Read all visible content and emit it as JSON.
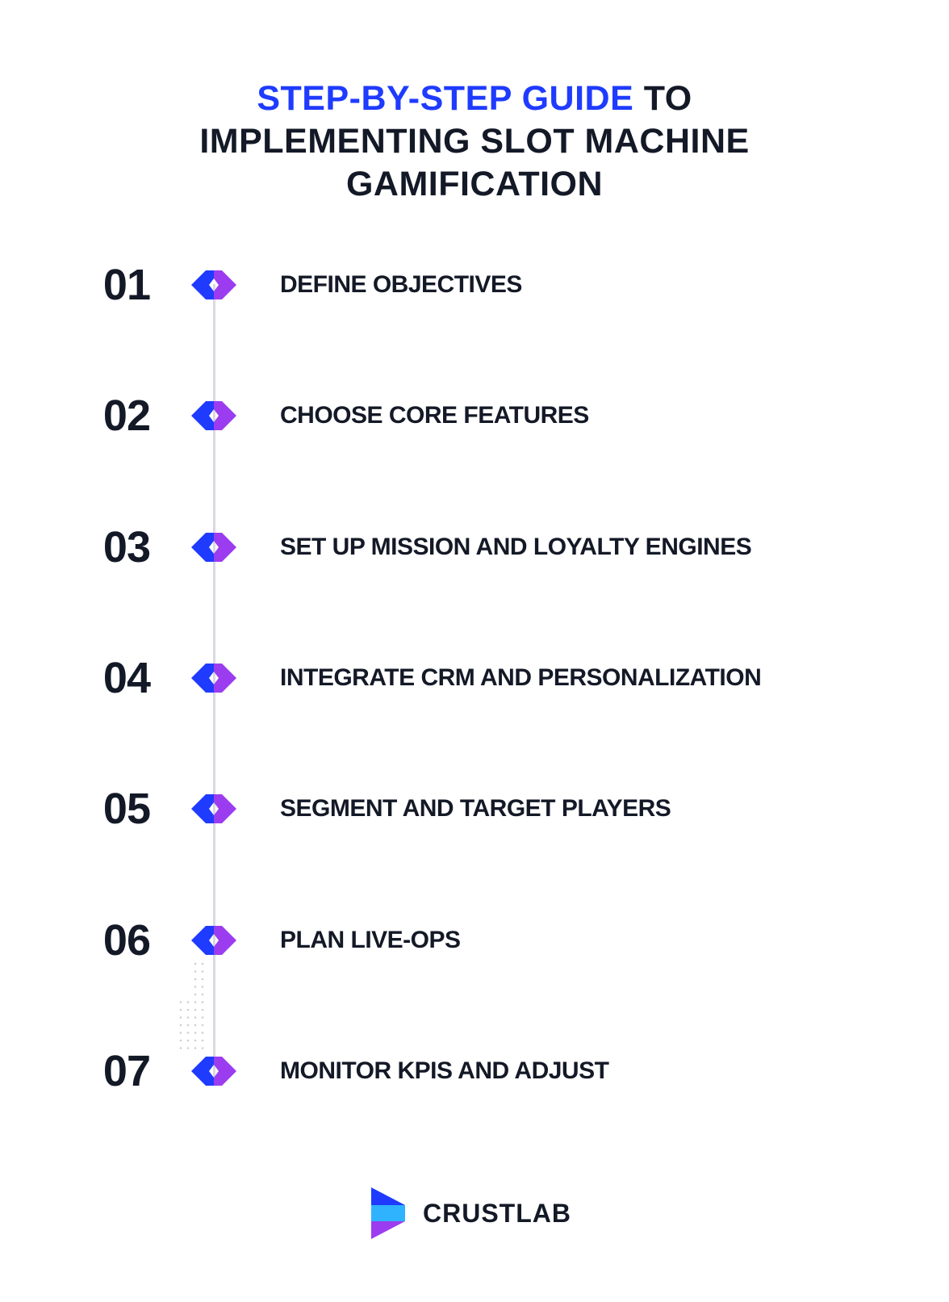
{
  "title": {
    "accent": "STEP-BY-STEP GUIDE",
    "rest_line1": " TO",
    "line2": "IMPLEMENTING SLOT MACHINE",
    "line3": "GAMIFICATION"
  },
  "colors": {
    "accent": "#1f3bff",
    "text": "#141927",
    "diamond_left": "#1f3bff",
    "diamond_right": "#9b3cf0"
  },
  "steps": [
    {
      "number": "01",
      "label": "DEFINE OBJECTIVES"
    },
    {
      "number": "02",
      "label": "CHOOSE CORE FEATURES"
    },
    {
      "number": "03",
      "label": "SET UP MISSION AND LOYALTY ENGINES"
    },
    {
      "number": "04",
      "label": "INTEGRATE CRM AND PERSONALIZATION"
    },
    {
      "number": "05",
      "label": "SEGMENT AND TARGET PLAYERS"
    },
    {
      "number": "06",
      "label": "PLAN LIVE-OPS"
    },
    {
      "number": "07",
      "label": "MONITOR KPIS AND ADJUST"
    }
  ],
  "step_icon": "diamond-marker-icon",
  "brand": {
    "name": "CRUSTLAB",
    "icon": "crustlab-logo-icon"
  }
}
